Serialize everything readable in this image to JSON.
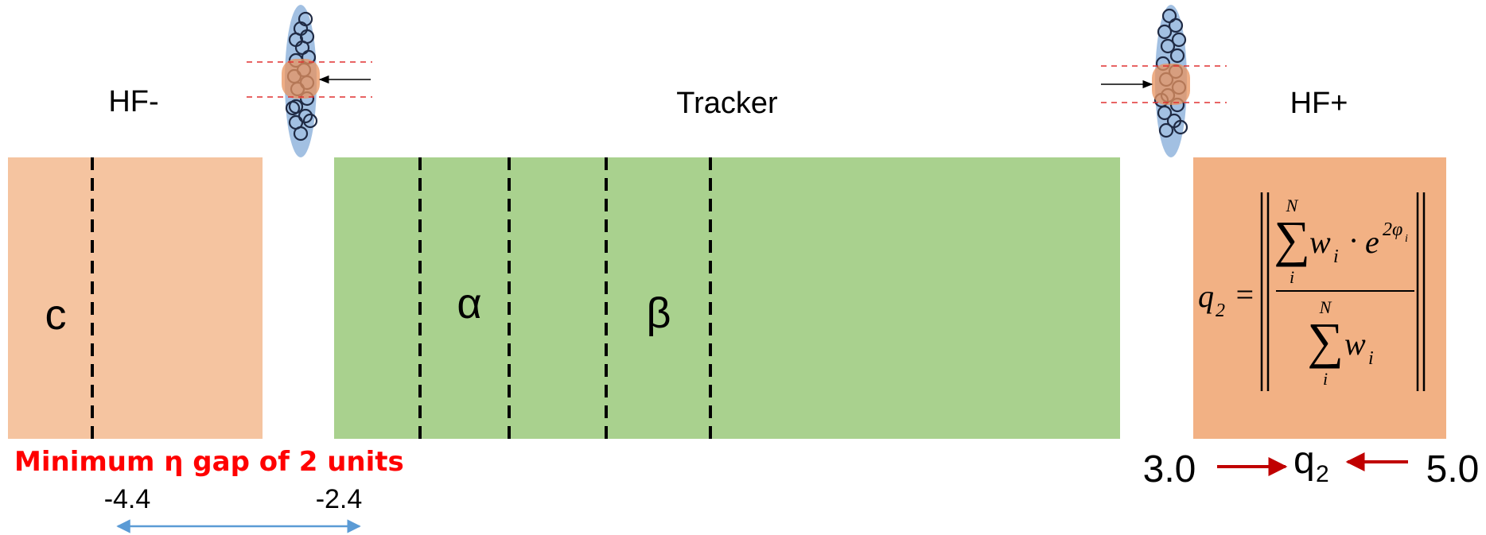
{
  "labels": {
    "hf_minus": "HF-",
    "tracker": "Tracker",
    "hf_plus": "HF+"
  },
  "regions": {
    "c": "c",
    "alpha": "α",
    "beta": "β"
  },
  "gap_note": "Minimum η gap of 2 units",
  "eta_range": {
    "low": "-4.4",
    "high": "-2.4"
  },
  "hf_plus_range": {
    "low": "3.0",
    "high": "5.0",
    "symbol": "q",
    "subscript": "2"
  },
  "formula": {
    "lhs": "q",
    "lhs_sub": "2",
    "equals": "=",
    "sum_upper": "N",
    "sum_lower": "i",
    "w": "w",
    "w_sub": "i",
    "dot": "·",
    "exp_base": "e",
    "exp_power": "2φ",
    "exp_power_sub": "i"
  },
  "colors": {
    "hf_minus_fill": "#f5c4a0",
    "hf_plus_fill": "#f2b184",
    "tracker_fill": "#a9d18e",
    "gap_note": "#ff0000",
    "range_arrow": "#5b9bd5",
    "hf_arrow": "#c00000",
    "bunch_fill": "#9dbde0",
    "overlap_fill": "#e8935e"
  }
}
